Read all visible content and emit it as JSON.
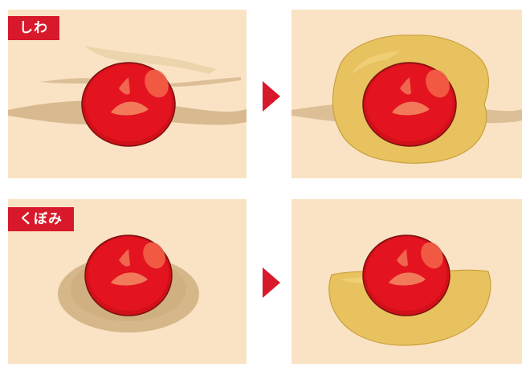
{
  "rows": [
    {
      "label": "しわ",
      "before": "wrinkle-before",
      "after": "wrinkle-filled-after"
    },
    {
      "label": "くぼみ",
      "before": "hollow-before",
      "after": "hollow-filled-after"
    }
  ],
  "colors": {
    "skin": "#fae3c4",
    "accent_red": "#d8192b",
    "cell_red": "#e3141f",
    "cell_highlight": "#f27a5a",
    "filler": "#e8c25e",
    "shadow": "#c9a77a"
  },
  "icons": {
    "arrow": "right-triangle-arrow"
  }
}
